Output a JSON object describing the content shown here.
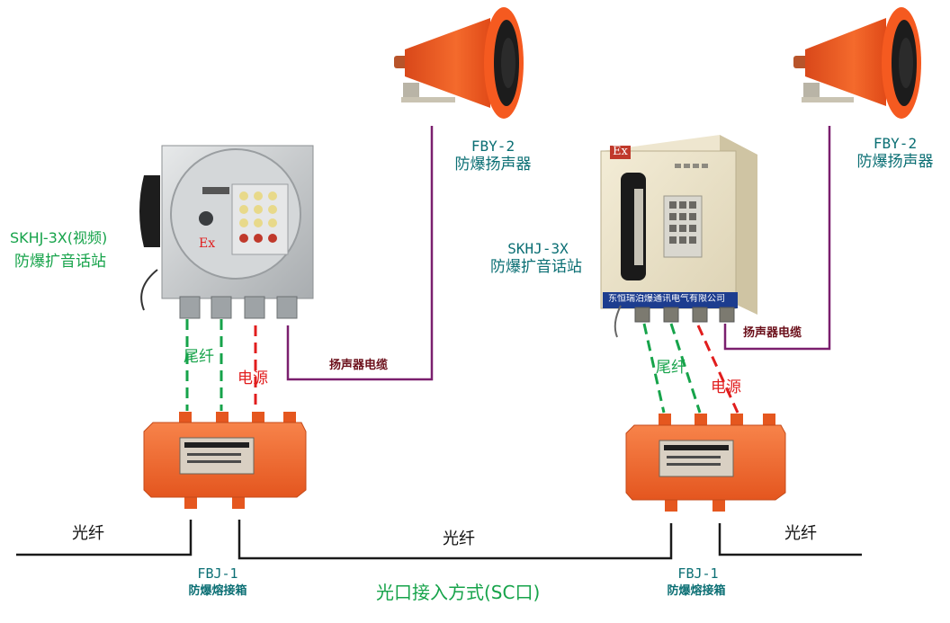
{
  "speakers": [
    {
      "model": "FBY-2",
      "name": "防爆扬声器"
    },
    {
      "model": "FBY-2",
      "name": "防爆扬声器"
    }
  ],
  "stations": [
    {
      "model": "SKHJ-3X(视频)",
      "name": "防爆扩音话站",
      "badge": "Ex"
    },
    {
      "model": "SKHJ-3X",
      "name": "防爆扩音话站",
      "badge": "Ex",
      "nameplate": "东恒瑞泊爆通讯电气有限公司"
    }
  ],
  "cables": {
    "tail_fiber": "尾纤",
    "power": "电源",
    "speaker_cable": "扬声器电缆",
    "fiber": "光纤"
  },
  "boxes": [
    {
      "model": "FBJ-1",
      "name": "防爆熔接箱"
    },
    {
      "model": "FBJ-1",
      "name": "防爆熔接箱"
    }
  ],
  "caption": "光口接入方式(SC口)",
  "colors": {
    "teal": "#0b6f74",
    "green": "#16a34a",
    "red": "#e11d1d",
    "purple": "#7a1f6e",
    "maroon": "#6b0f1a",
    "box_orange": "#f26a2e",
    "speaker_orange": "#f2551d"
  }
}
